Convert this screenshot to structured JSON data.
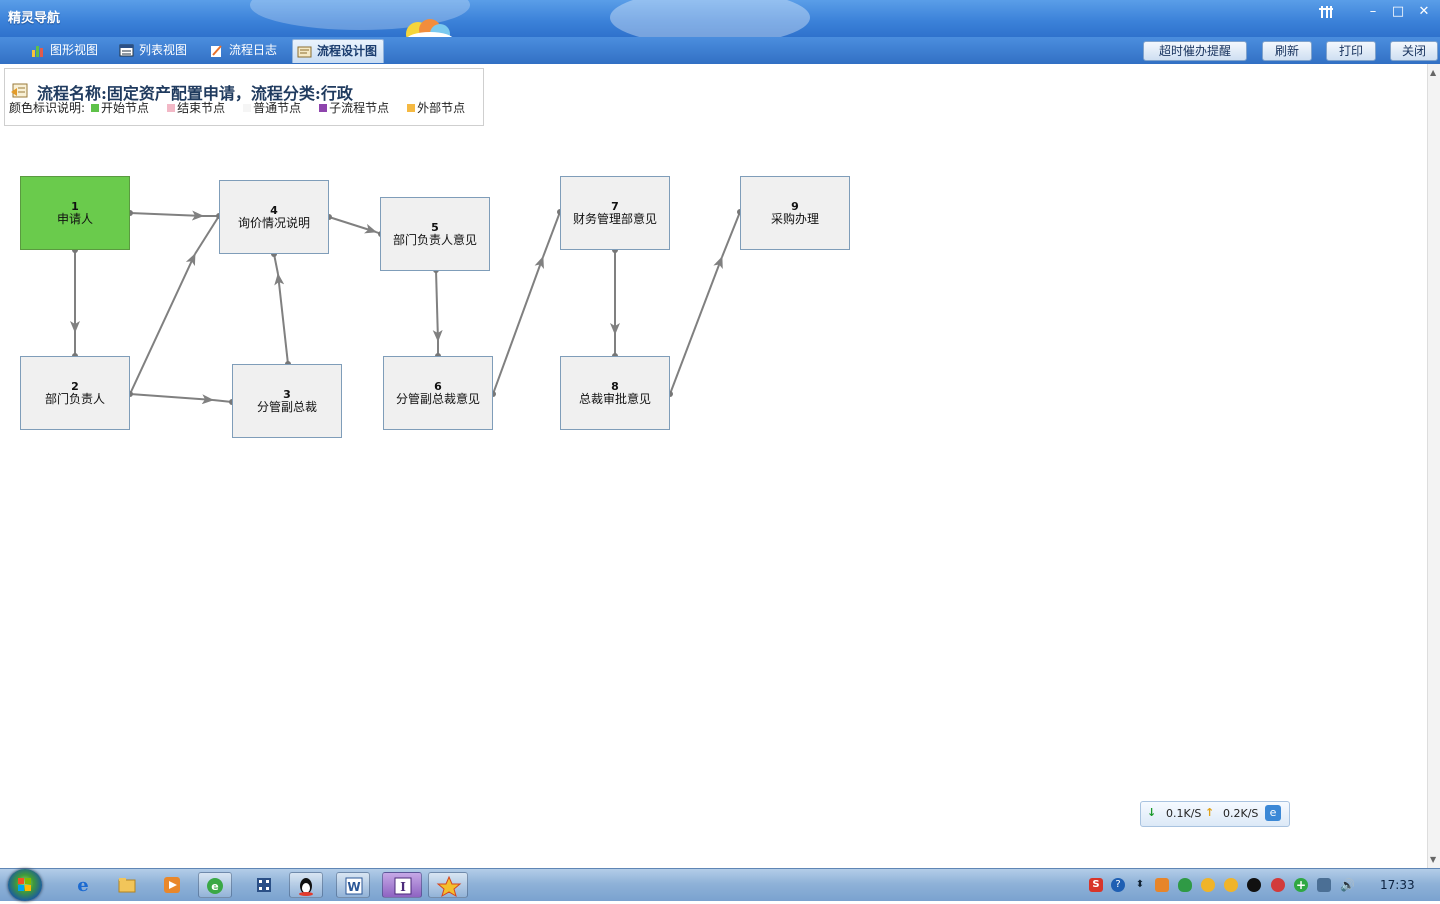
{
  "window": {
    "title": "精灵导航",
    "controls": [
      "tools-icon",
      "minimize-icon",
      "maximize-icon",
      "close-icon"
    ]
  },
  "tabs": [
    {
      "label": "图形视图",
      "icon": "chart-icon",
      "active": false
    },
    {
      "label": "列表视图",
      "icon": "list-icon",
      "active": false
    },
    {
      "label": "流程日志",
      "icon": "pencil-icon",
      "active": false
    },
    {
      "label": "流程设计图",
      "icon": "design-icon",
      "active": true
    }
  ],
  "toolbar": {
    "remind_label": "超时催办提醒",
    "refresh_label": "刷新",
    "print_label": "打印",
    "close_label": "关闭"
  },
  "process": {
    "title": "流程名称:固定资产配置申请，流程分类:行政",
    "legend_title": "颜色标识说明:",
    "legend": [
      {
        "label": "开始节点",
        "color": "#5fc24a"
      },
      {
        "label": "结束节点",
        "color": "#f2b8c6"
      },
      {
        "label": "普通节点",
        "color": "#f5f5f5"
      },
      {
        "label": "子流程节点",
        "color": "#8e44ad"
      },
      {
        "label": "外部节点",
        "color": "#f5b942"
      }
    ]
  },
  "nodes": [
    {
      "id": "1",
      "label": "申请人",
      "type": "start"
    },
    {
      "id": "2",
      "label": "部门负责人",
      "type": "normal"
    },
    {
      "id": "3",
      "label": "分管副总裁",
      "type": "normal"
    },
    {
      "id": "4",
      "label": "询价情况说明",
      "type": "normal"
    },
    {
      "id": "5",
      "label": "部门负责人意见",
      "type": "normal"
    },
    {
      "id": "6",
      "label": "分管副总裁意见",
      "type": "normal"
    },
    {
      "id": "7",
      "label": "财务管理部意见",
      "type": "normal"
    },
    {
      "id": "8",
      "label": "总裁审批意见",
      "type": "normal"
    },
    {
      "id": "9",
      "label": "采购办理",
      "type": "normal"
    }
  ],
  "edges": [
    [
      "1",
      "4"
    ],
    [
      "1",
      "2"
    ],
    [
      "2",
      "4"
    ],
    [
      "2",
      "3"
    ],
    [
      "3",
      "4"
    ],
    [
      "4",
      "5"
    ],
    [
      "5",
      "6"
    ],
    [
      "6",
      "7"
    ],
    [
      "7",
      "8"
    ],
    [
      "8",
      "9"
    ]
  ],
  "network": {
    "down": "0.1K/S",
    "up": "0.2K/S"
  },
  "taskbar": {
    "clock": "17:33",
    "items": [
      "ie-icon",
      "folder-icon",
      "media-player-icon",
      "browser-icon",
      "film-icon",
      "qq-icon",
      "word-icon",
      "app-i-icon",
      "star-app-icon"
    ]
  }
}
